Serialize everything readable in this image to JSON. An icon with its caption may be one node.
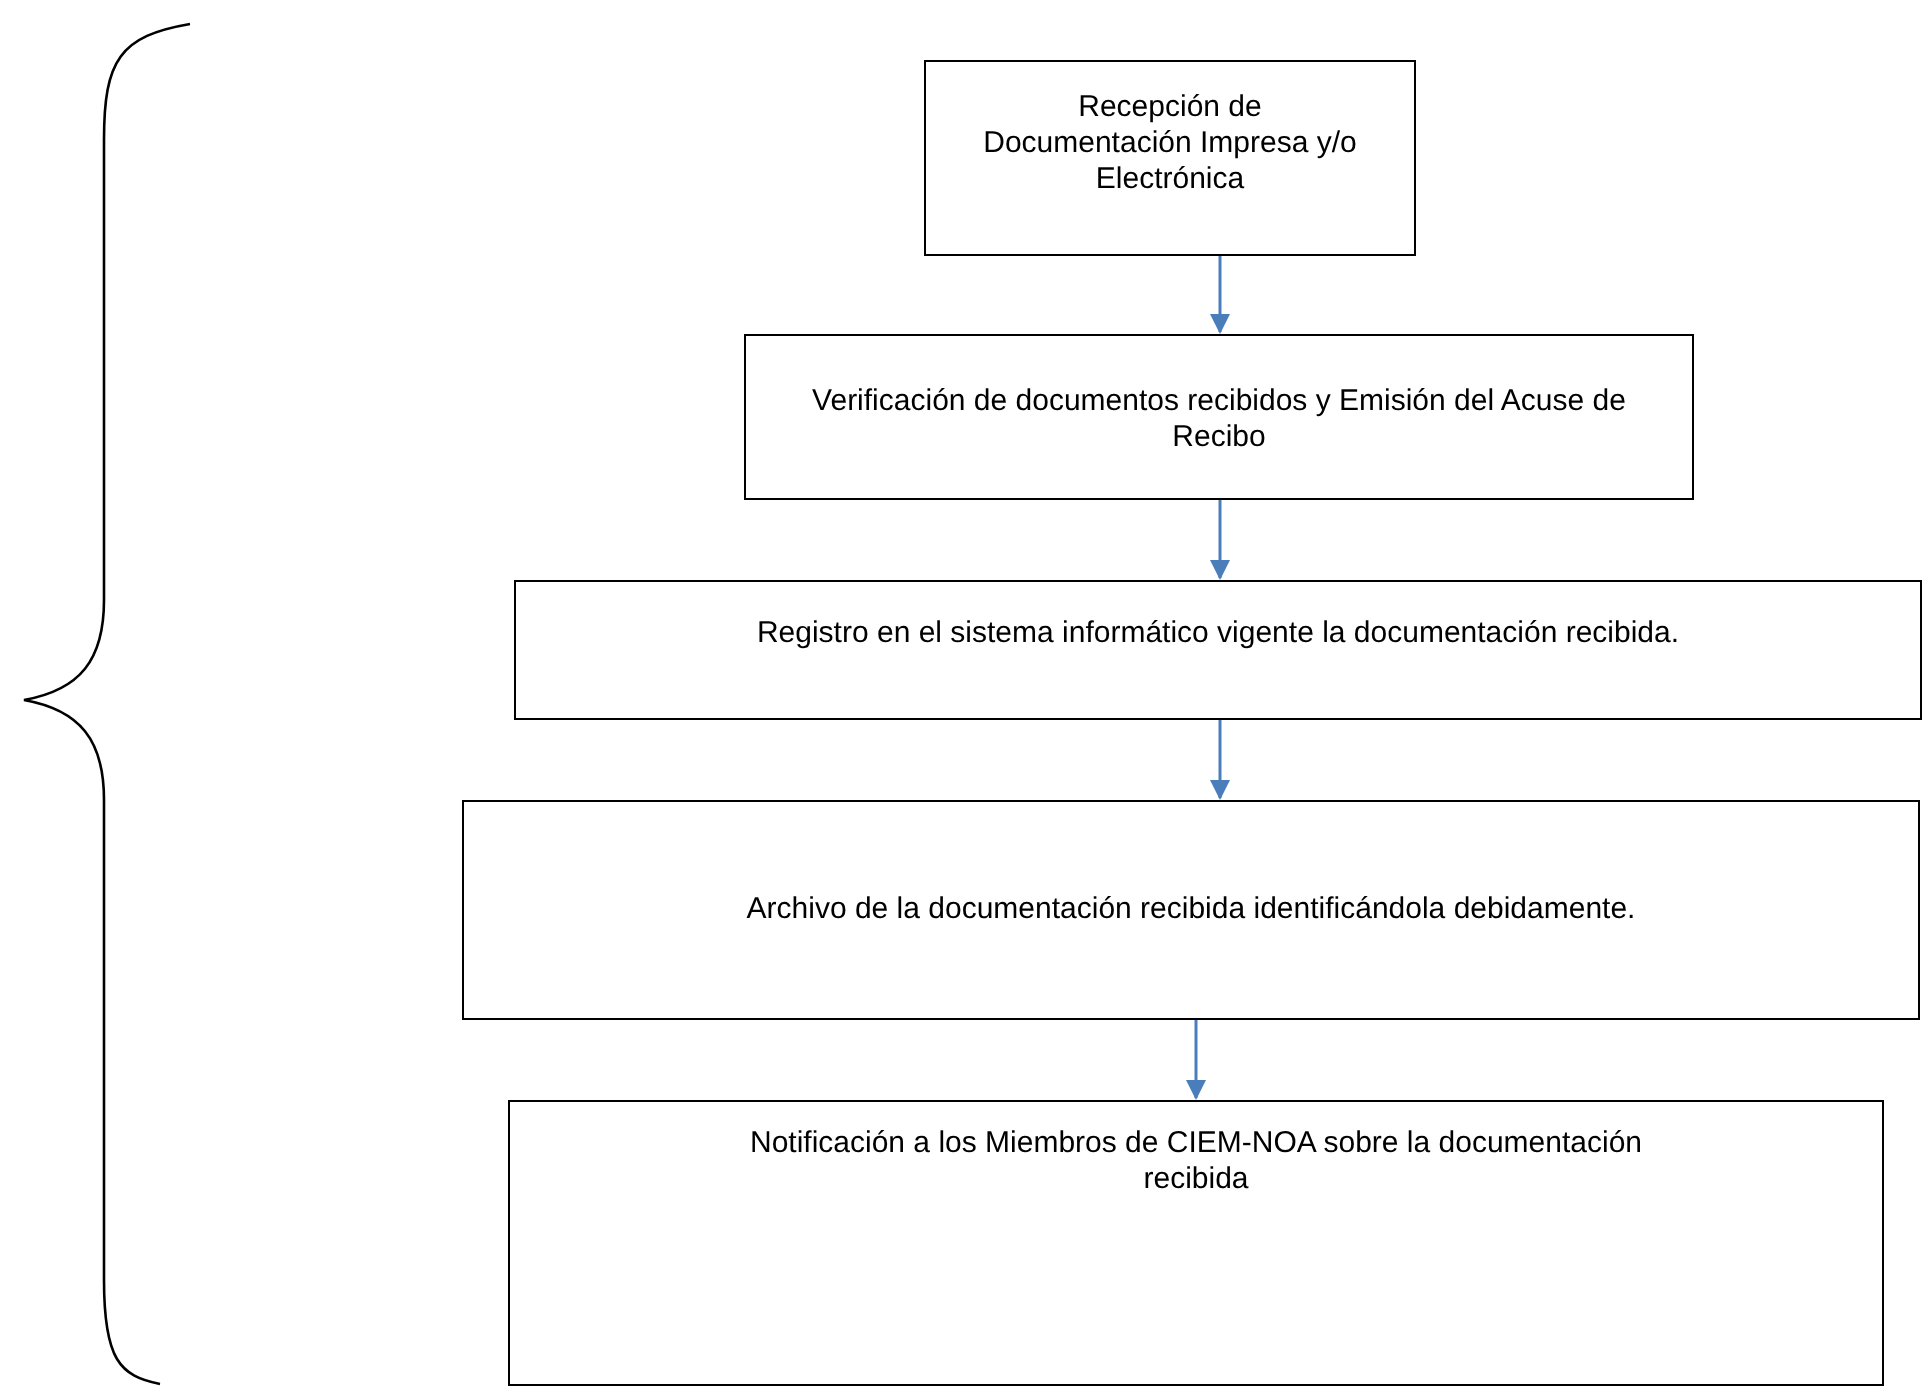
{
  "diagram": {
    "nodes": [
      {
        "text": [
          "Recepción de Documentación Impresa y/o Electrónica"
        ]
      },
      {
        "text": [
          "Verificación de documentos recibidos y Emisión del Acuse de Recibo"
        ]
      },
      {
        "text": [
          "Registro en el sistema informático vigente la documentación recibida."
        ]
      },
      {
        "text": [
          "Archivo de la documentación recibida identificándola debidamente."
        ]
      },
      {
        "text": [
          "Notificación a los Miembros de CIEM-NOA sobre la documentación recibida"
        ]
      }
    ],
    "edges": [
      {
        "from": 0,
        "to": 1,
        "arrow": "to"
      },
      {
        "from": 1,
        "to": 2,
        "arrow": "to"
      },
      {
        "from": 2,
        "to": 3,
        "arrow": "to"
      },
      {
        "from": 3,
        "to": 4,
        "arrow": "to"
      }
    ]
  }
}
